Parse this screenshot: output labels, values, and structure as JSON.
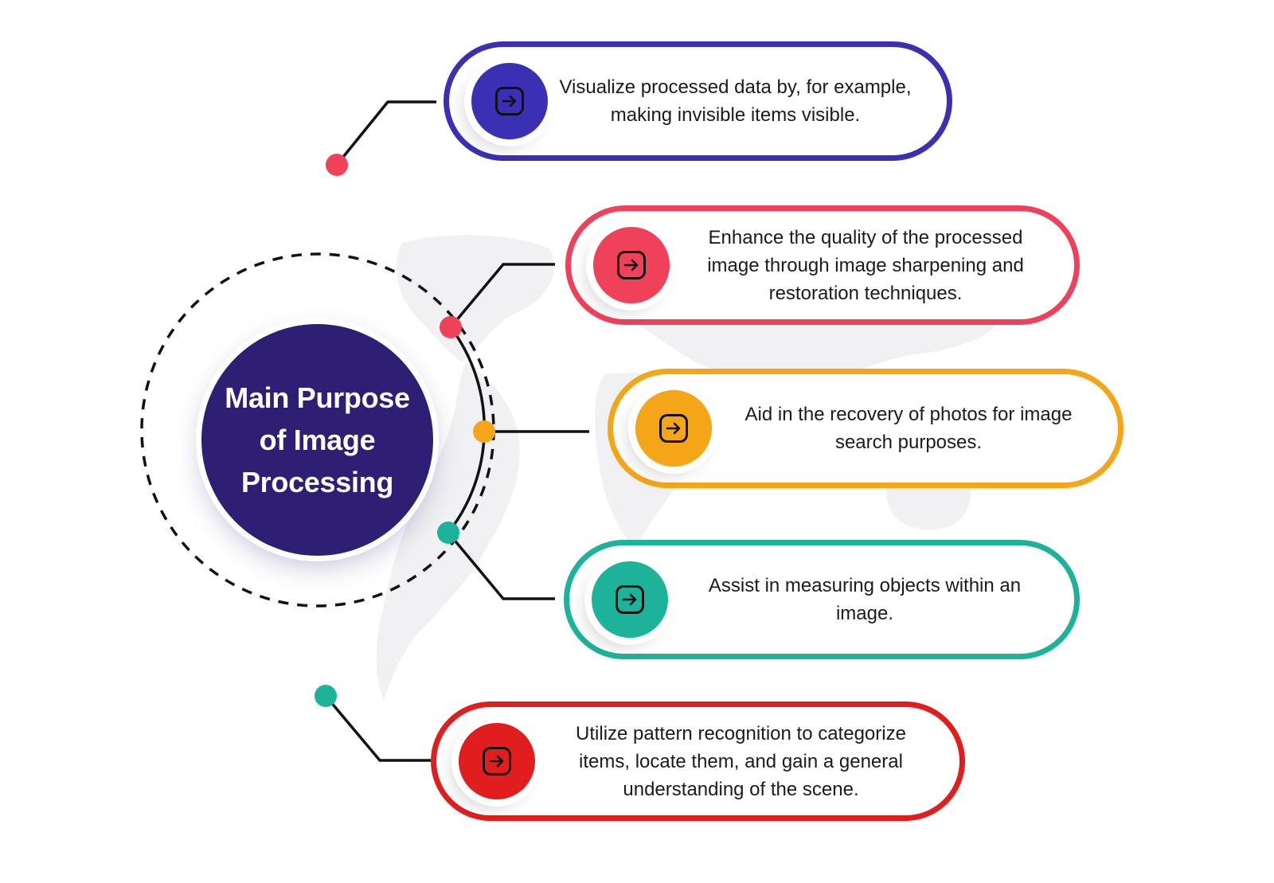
{
  "center": {
    "title": "Main Purpose of Image Processing",
    "color": "#2e1f75"
  },
  "purposes": [
    {
      "text": "Visualize processed data by, for example, making invisible items visible.",
      "color": "#3b2fb3",
      "icon": "arrow-right-square-icon"
    },
    {
      "text": "Enhance the quality of the processed image through image sharpening and restoration techniques.",
      "color": "#ef4159",
      "icon": "arrow-right-square-icon"
    },
    {
      "text": "Aid in the recovery of photos for image search purposes.",
      "color": "#f5a518",
      "icon": "arrow-right-square-icon"
    },
    {
      "text": "Assist in measuring objects within an image.",
      "color": "#1cb39a",
      "icon": "arrow-right-square-icon"
    },
    {
      "text": "Utilize pattern recognition to categorize items, locate them, and gain a general understanding of the scene.",
      "color": "#e01e1e",
      "icon": "arrow-right-square-icon"
    }
  ],
  "connector_dots": [
    "#ef4159",
    "#ef4159",
    "#f5a518",
    "#1cb39a",
    "#1cb39a"
  ]
}
